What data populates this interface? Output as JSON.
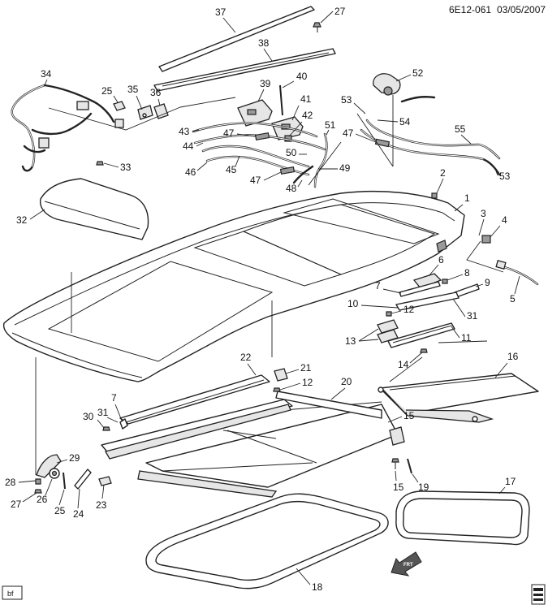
{
  "header": {
    "diagram_id": "6E12-061",
    "date": "03/05/2007"
  },
  "footer": {
    "artist_tag": "bf"
  },
  "frt_label": "FRT",
  "callouts": {
    "c1": "1",
    "c2": "2",
    "c3": "3",
    "c4": "4",
    "c5": "5",
    "c6": "6",
    "c7a": "7",
    "c7b": "7",
    "c8": "8",
    "c9": "9",
    "c10": "10",
    "c11": "11",
    "c12a": "12",
    "c12b": "12",
    "c13": "13",
    "c14": "14",
    "c15a": "15",
    "c15b": "15",
    "c16": "16",
    "c17": "17",
    "c18": "18",
    "c19": "19",
    "c20": "20",
    "c21": "21",
    "c22": "22",
    "c23": "23",
    "c24": "24",
    "c25a": "25",
    "c25b": "25",
    "c26": "26",
    "c27a": "27",
    "c27b": "27",
    "c28": "28",
    "c29": "29",
    "c30": "30",
    "c31a": "31",
    "c31b": "31",
    "c32": "32",
    "c33": "33",
    "c34": "34",
    "c35": "35",
    "c36": "36",
    "c37": "37",
    "c38": "38",
    "c39": "39",
    "c40": "40",
    "c41": "41",
    "c42": "42",
    "c43": "43",
    "c44": "44",
    "c45": "45",
    "c46": "46",
    "c47a": "47",
    "c47b": "47",
    "c47c": "47",
    "c48": "48",
    "c49": "49",
    "c50": "50",
    "c51": "51",
    "c52": "52",
    "c53a": "53",
    "c53b": "53",
    "c54": "54",
    "c55": "55"
  }
}
